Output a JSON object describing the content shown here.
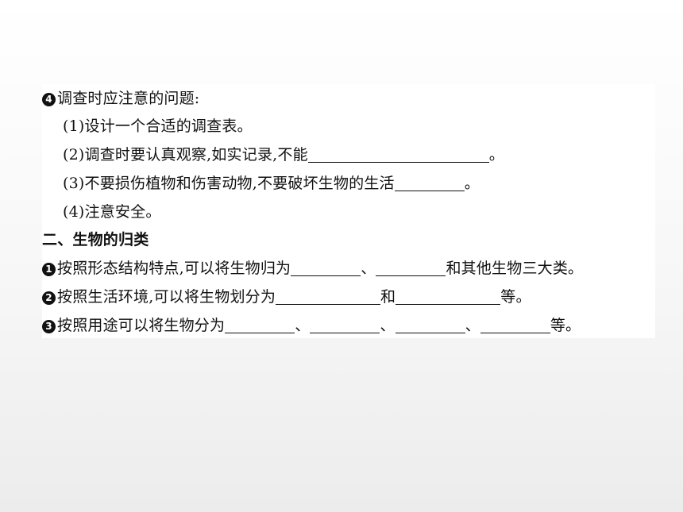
{
  "section1": {
    "item4": {
      "badge": "4",
      "text": "调查时应注意的问题:"
    },
    "sub": [
      {
        "text": "(1)设计一个合适的调查表。"
      },
      {
        "before": "(2)调查时要认真观察,如实记录,不能",
        "after": "。"
      },
      {
        "before": "(3)不要损伤植物和伤害动物,不要破坏生物的生活",
        "after": "。"
      },
      {
        "text": "(4)注意安全。"
      }
    ]
  },
  "section2": {
    "title": "二、生物的归类",
    "items": [
      {
        "badge": "1",
        "before": "按照形态结构特点,可以将生物归为",
        "sep": "、",
        "after": "和其他生物三大类。"
      },
      {
        "badge": "2",
        "before": "按照生活环境,可以将生物划分为",
        "mid": "和",
        "after": "等。"
      },
      {
        "badge": "3",
        "before": "按照用途可以将生物分为",
        "sep": "、",
        "after": "等。"
      }
    ]
  }
}
